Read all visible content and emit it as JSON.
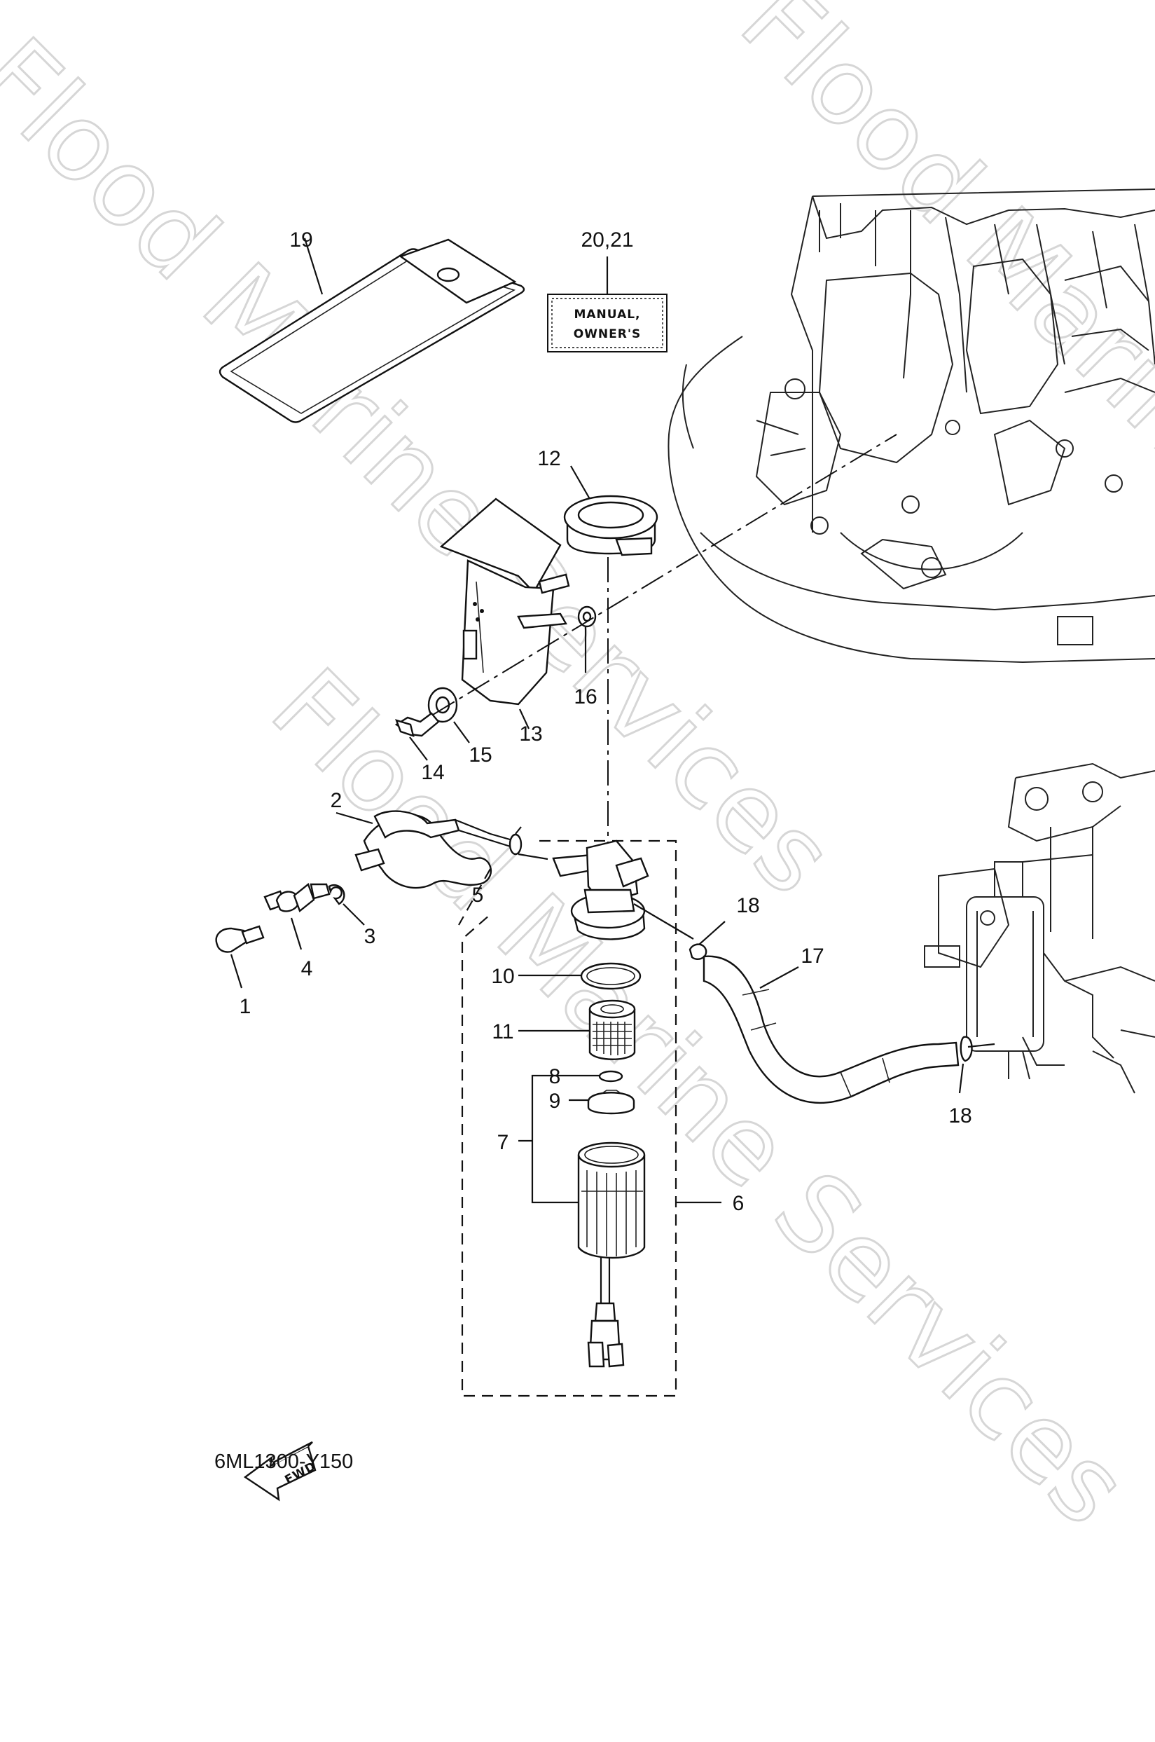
{
  "diagram": {
    "drawing_code": "6ML1300-Y150",
    "manual_label_line1": "MANUAL,",
    "manual_label_line2": "OWNER'S",
    "fwd_label": "FWD",
    "watermark_text": "Flood Marine Services",
    "callouts": {
      "c1": "1",
      "c2": "2",
      "c3": "3",
      "c4": "4",
      "c5": "5",
      "c6": "6",
      "c7": "7",
      "c8": "8",
      "c9": "9",
      "c10": "10",
      "c11": "11",
      "c12": "12",
      "c13": "13",
      "c14": "14",
      "c15": "15",
      "c16": "16",
      "c17": "17",
      "c18a": "18",
      "c18b": "18",
      "c19": "19",
      "c2021": "20,21"
    }
  }
}
